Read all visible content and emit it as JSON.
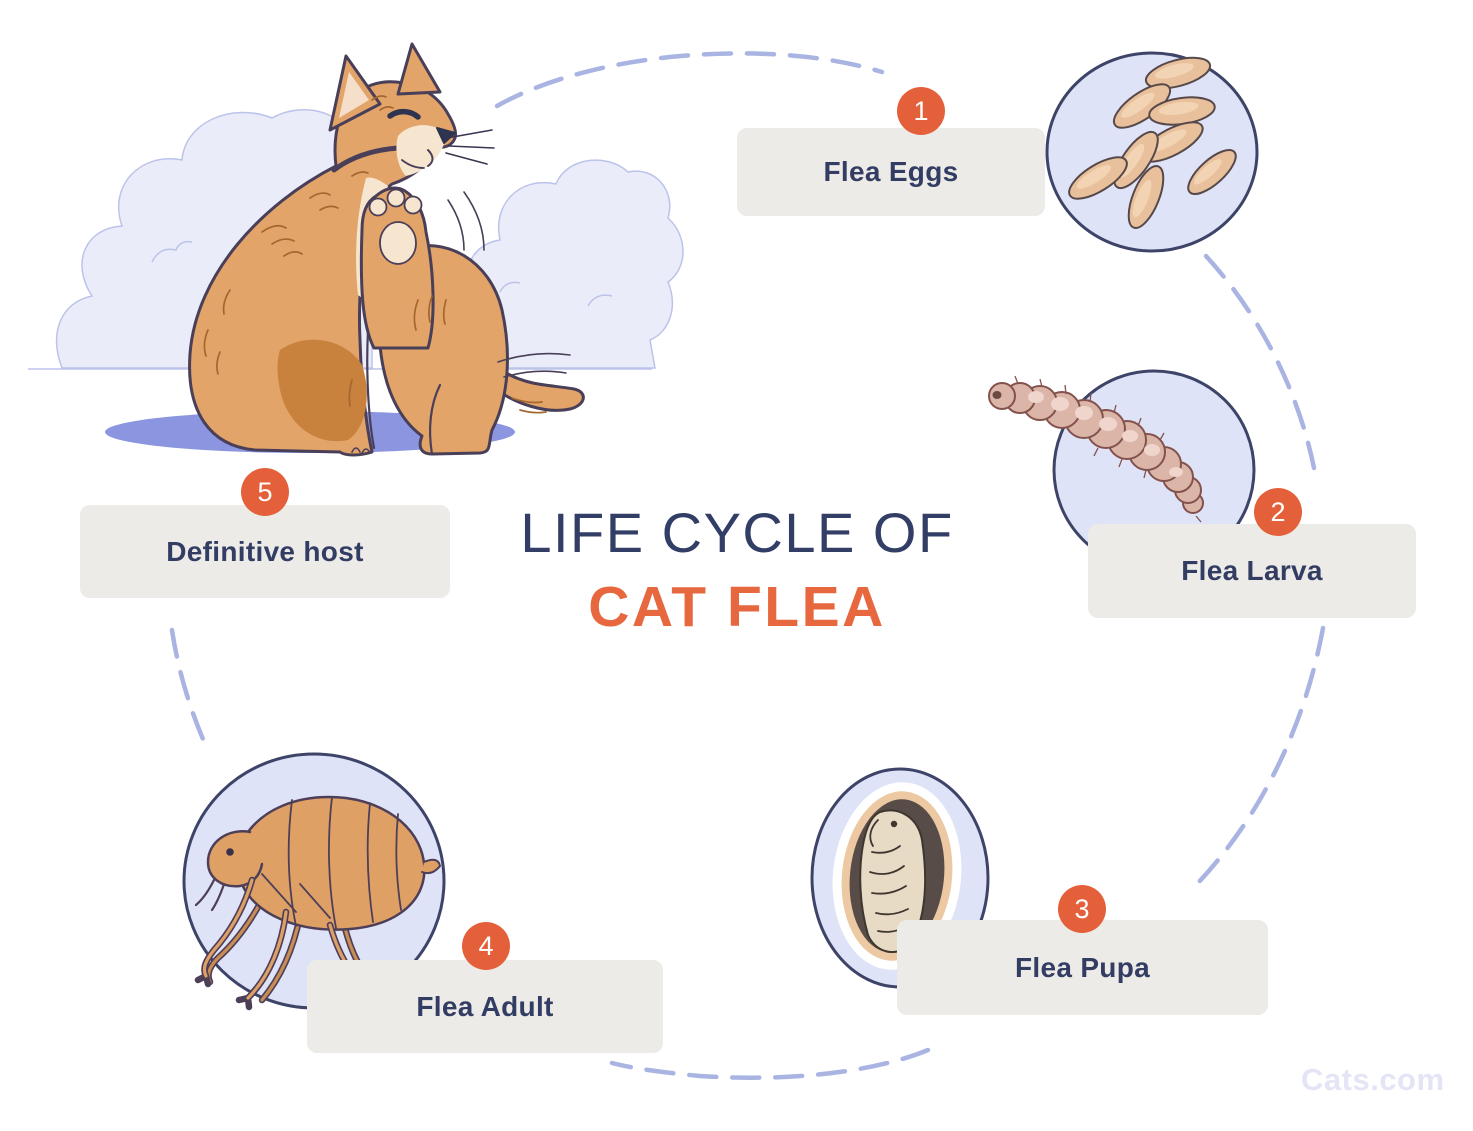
{
  "title": {
    "line1": "LIFE CYCLE OF",
    "line2": "CAT FLEA"
  },
  "stages": [
    {
      "number": "1",
      "label": "Flea Eggs",
      "icon": "flea-eggs-icon"
    },
    {
      "number": "2",
      "label": "Flea Larva",
      "icon": "flea-larva-icon"
    },
    {
      "number": "3",
      "label": "Flea Pupa",
      "icon": "flea-pupa-icon"
    },
    {
      "number": "4",
      "label": "Flea Adult",
      "icon": "adult-flea-icon"
    },
    {
      "number": "5",
      "label": "Definitive host",
      "icon": "cat-host-icon"
    }
  ],
  "watermark": "Cats.com",
  "colors": {
    "accent_orange": "#e4603a",
    "title_navy": "#323e66",
    "title_orange": "#e7683f",
    "label_background": "#edebe7",
    "label_text": "#333d63",
    "stage_circle_fill": "#dfe3f8",
    "stage_circle_border": "#3d4468",
    "dashed_path": "#a9b4e2",
    "cat_fur": "#e3a469",
    "cat_fur_dark": "#c9813e",
    "cat_cream": "#f7e6cf",
    "shadow_purple": "#8b95e0",
    "bush_fill": "#eaedf9",
    "watermark_color": "#e3e5f6"
  }
}
